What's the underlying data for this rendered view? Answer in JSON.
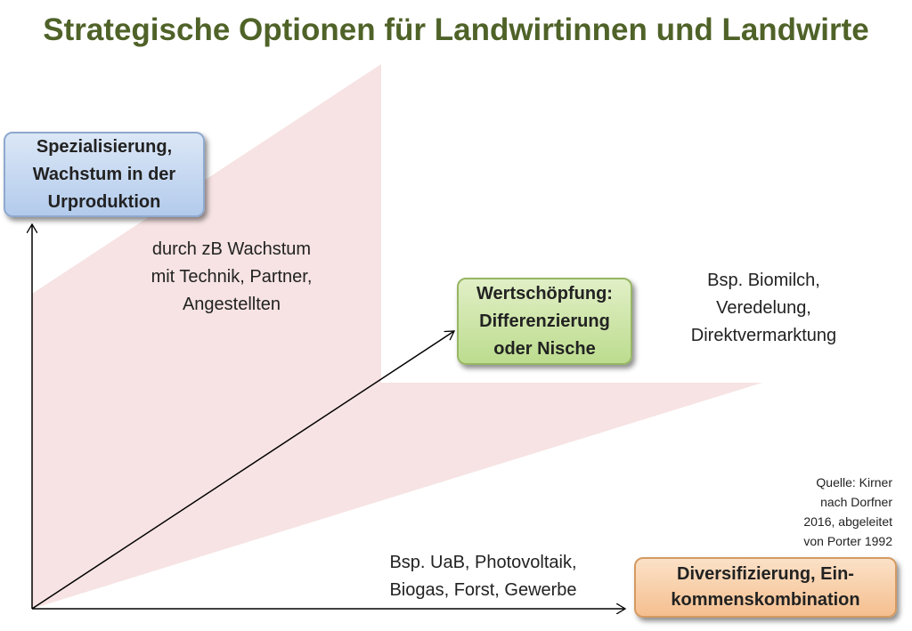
{
  "title": "Strategische Optionen für Landwirtinnen und Landwirte",
  "boxes": {
    "specialization": "Spezialisierung,\nWachstum in der\nUrproduktion",
    "value_creation": "Wertschöpfung:\nDifferenzierung\noder Nische",
    "diversification": "Diversifizierung, Ein-\nkommenskombination"
  },
  "notes": {
    "growth": "durch zB Wachstum\nmit Technik, Partner,\nAngestellten",
    "examples_value": "Bsp. Biomilch,\nVeredelung,\nDirektvermarktung",
    "examples_diversification": "Bsp. UaB, Photovoltaik,\nBiogas, Forst, Gewerbe"
  },
  "source": "Quelle: Kirner\nnach Dorfner\n2016, abgeleitet\nvon Porter 1992",
  "colors": {
    "title": "#4f6228",
    "band": "#f7e3e3",
    "axis": "#000000"
  }
}
